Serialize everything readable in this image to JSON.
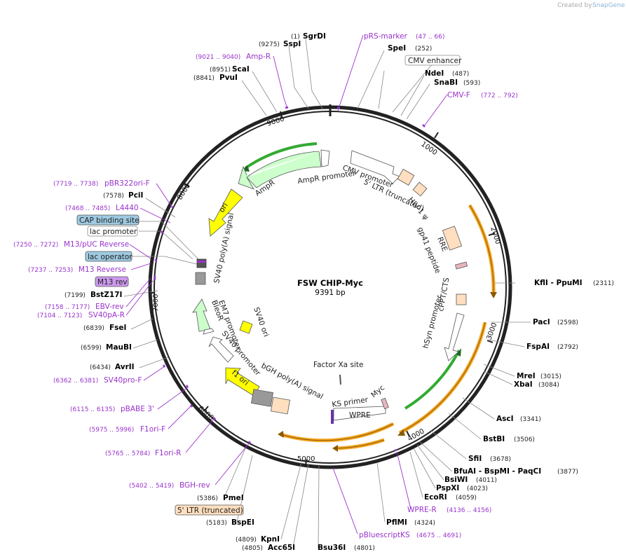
{
  "credit": {
    "text": "Created by",
    "brand": "SnapGene"
  },
  "plasmid": {
    "name": "FSW CHIP-Myc",
    "size": "9391 bp"
  },
  "ticks": [
    "1000",
    "2000",
    "3000",
    "4000",
    "5000",
    "6000",
    "7000",
    "8000",
    "9000"
  ],
  "enzymes": [
    {
      "pos": "(1)",
      "name": "SgrDI"
    },
    {
      "pos": "(9275)",
      "name": "SspI"
    },
    {
      "pos": "(252)",
      "name": "SpeI"
    },
    {
      "pos": "(487)",
      "name": "NdeI"
    },
    {
      "pos": "(593)",
      "name": "SnaBI"
    },
    {
      "pos": "(8951)",
      "name": "ScaI"
    },
    {
      "pos": "(8841)",
      "name": "PvuI"
    },
    {
      "pos": "(7578)",
      "name": "PciI"
    },
    {
      "pos": "(7199)",
      "name": "BstZ17I"
    },
    {
      "pos": "(6839)",
      "name": "FseI"
    },
    {
      "pos": "(6599)",
      "name": "MauBI"
    },
    {
      "pos": "(6434)",
      "name": "AvrII"
    },
    {
      "pos": "(2311)",
      "name": "KflI  -  PpuMI"
    },
    {
      "pos": "(2598)",
      "name": "PacI"
    },
    {
      "pos": "(2792)",
      "name": "FspAI"
    },
    {
      "pos": "(3015)",
      "name": "MreI"
    },
    {
      "pos": "(3084)",
      "name": "XbaI"
    },
    {
      "pos": "(3341)",
      "name": "AscI"
    },
    {
      "pos": "(3506)",
      "name": "BstBI"
    },
    {
      "pos": "(3678)",
      "name": "SfiI"
    },
    {
      "pos": "(3877)",
      "name": "BfuAI  -  BspMI  -  PaqCI"
    },
    {
      "pos": "(4011)",
      "name": "BsiWI"
    },
    {
      "pos": "(4023)",
      "name": "PspXI"
    },
    {
      "pos": "(4059)",
      "name": "EcoRI"
    },
    {
      "pos": "(4324)",
      "name": "PflMI"
    },
    {
      "pos": "(5386)",
      "name": "PmeI"
    },
    {
      "pos": "(5183)",
      "name": "BspEI"
    },
    {
      "pos": "(4809)",
      "name": "KpnI"
    },
    {
      "pos": "(4805)",
      "name": "Acc65I"
    },
    {
      "pos": "(4801)",
      "name": "Bsu36I"
    }
  ],
  "primers": [
    {
      "name": "pRS-marker",
      "pos": "(47 .. 66)"
    },
    {
      "name": "Amp-R",
      "pos": "(9021 .. 9040)"
    },
    {
      "name": "CMV-F",
      "pos": "(772 .. 792)"
    },
    {
      "name": "pBR322ori-F",
      "pos": "(7719 .. 7738)"
    },
    {
      "name": "L4440",
      "pos": "(7468 .. 7485)"
    },
    {
      "name": "M13/pUC Reverse",
      "pos": "(7250 .. 7272)"
    },
    {
      "name": "M13 Reverse",
      "pos": "(7237 .. 7253)"
    },
    {
      "name": "EBV-rev",
      "pos": "(7158 .. 7177)"
    },
    {
      "name": "SV40pA-R",
      "pos": "(7104 .. 7123)"
    },
    {
      "name": "SV40pro-F",
      "pos": "(6362 .. 6381)"
    },
    {
      "name": "pBABE 3'",
      "pos": "(6115 .. 6135)"
    },
    {
      "name": "F1ori-F",
      "pos": "(5975 .. 5996)"
    },
    {
      "name": "F1ori-R",
      "pos": "(5765 .. 5784)"
    },
    {
      "name": "BGH-rev",
      "pos": "(5402 .. 5419)"
    },
    {
      "name": "WPRE-R",
      "pos": "(4136 .. 4156)"
    },
    {
      "name": "pBluescriptKS",
      "pos": "(4675 .. 4691)"
    }
  ],
  "boxed": {
    "cmv_enhancer": "CMV enhancer",
    "cap": "CAP binding site",
    "lac_promoter": "lac promoter",
    "lac_operator": "lac operator",
    "m13rev": "M13 rev",
    "ltr": "5' LTR (truncated)"
  },
  "features": {
    "ampr": "AmpR",
    "ampr_promoter": "AmpR promoter",
    "cmv_promoter": "CMV promoter",
    "ltr5": "5' LTR (truncated)",
    "hiv": "HIV-1 ψ",
    "rre": "RRE",
    "gp41": "gp41 peptide",
    "cppt": "cPPT/CTS",
    "hsyn": "hSyn promoter",
    "ori": "ori",
    "sv40polya": "SV40 poly(A) signal",
    "em7": "EM7 promoter",
    "bleor": "BleoR",
    "sv40ori": "SV40 ori",
    "sv40prom": "SV40 promoter",
    "f1ori": "f1 ori",
    "bgh": "bGH poly(A) signal",
    "factorxa": "Factor Xa site",
    "ks": "KS primer",
    "myc": "Myc",
    "wpre": "WPRE"
  },
  "colors": {
    "primer": "#9933cc",
    "ampr": "#ccffcc",
    "ori": "#ffff00",
    "promoter": "#ffffff",
    "ltr": "#ffdfbf",
    "orange": "#f5a623",
    "green": "#33aa33"
  }
}
